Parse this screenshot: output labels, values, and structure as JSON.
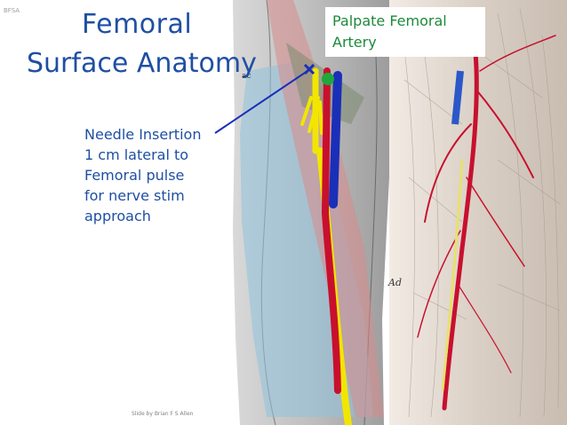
{
  "corner_tag": "BFSA",
  "title": {
    "line1": "Femoral",
    "line2": "Surface Anatomy"
  },
  "annotations": {
    "needle_lines": [
      "Needle Insertion",
      "1 cm lateral to",
      "Femoral pulse",
      "for nerve stim",
      "approach"
    ],
    "palpate_lines": [
      "Palpate Femoral",
      "Artery"
    ]
  },
  "footer": {
    "credit": "Slide by Brian F S Allen"
  },
  "colors": {
    "title": "#1f4fa3",
    "palpate_text": "#1c8a3a",
    "artery": "#c8102e",
    "nerve": "#f2e600",
    "vein": "#1a2fb8"
  }
}
